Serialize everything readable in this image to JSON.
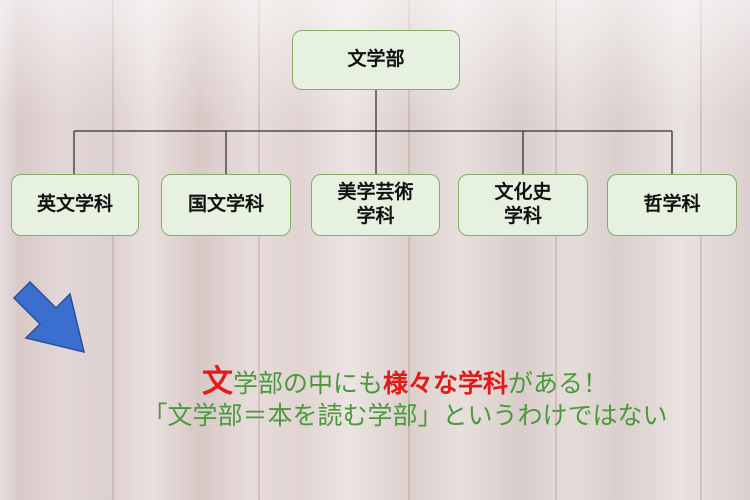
{
  "diagram": {
    "root": {
      "label": "文学部"
    },
    "children": [
      {
        "label": "英文学科"
      },
      {
        "label": "国文学科"
      },
      {
        "label": "美学芸術\n学科"
      },
      {
        "label": "文化史\n学科"
      },
      {
        "label": "哲学科"
      }
    ]
  },
  "message": {
    "line1": {
      "part1": "文",
      "part2": "学部の中にも",
      "part3": "様々な学科",
      "part4": "がある！"
    },
    "line2": "「文学部＝本を読む学部」というわけではない"
  },
  "colors": {
    "node_fill": "#e7f1df",
    "node_border": "#84ad6b",
    "accent_red": "#e11b1b",
    "accent_green": "#4a9a3c",
    "arrow_blue": "#3b6fcf"
  },
  "icons": {
    "pointer": "arrow-down-right-icon"
  }
}
